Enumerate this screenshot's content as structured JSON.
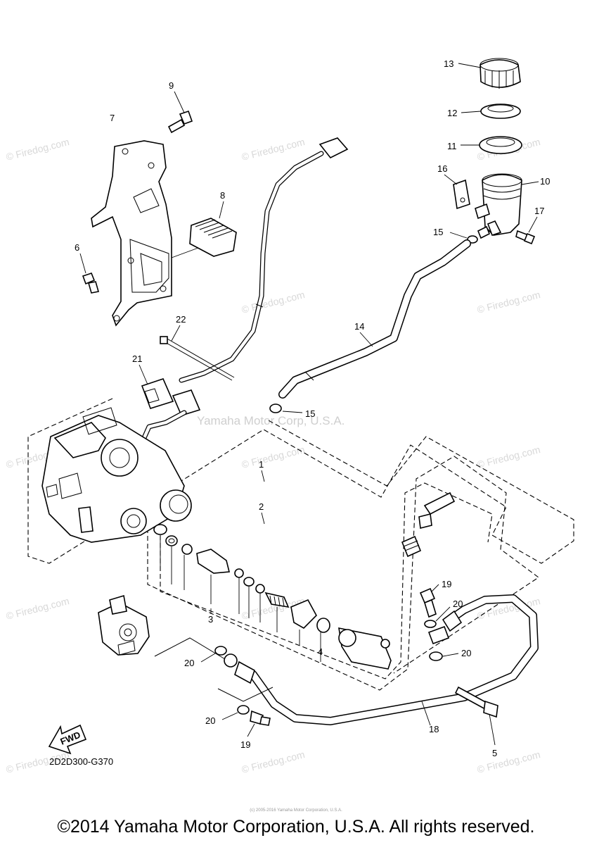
{
  "diagram_code": "2D2D300-G370",
  "fwd_label": "FWD",
  "footer": "©2014 Yamaha Motor Corporation, U.S.A. All rights reserved.",
  "tiny_copyright": "(c) 2005-2016 Yamaha Motor Corporation, U.S.A.",
  "watermark_site": "© Firedog.com",
  "watermark_center": "Yamaha Motor Corp, U.S.A.",
  "callouts": {
    "p1": "1",
    "p2": "2",
    "p3": "3",
    "p4": "4",
    "p5": "5",
    "p6": "6",
    "p7": "7",
    "p8": "8",
    "p9": "9",
    "p10": "10",
    "p11": "11",
    "p12": "12",
    "p13": "13",
    "p14": "14",
    "p15a": "15",
    "p15b": "15",
    "p16": "16",
    "p17": "17",
    "p18": "18",
    "p19a": "19",
    "p19b": "19",
    "p20a": "20",
    "p20b": "20",
    "p20c": "20",
    "p20d": "20",
    "p21": "21",
    "p22": "22"
  }
}
